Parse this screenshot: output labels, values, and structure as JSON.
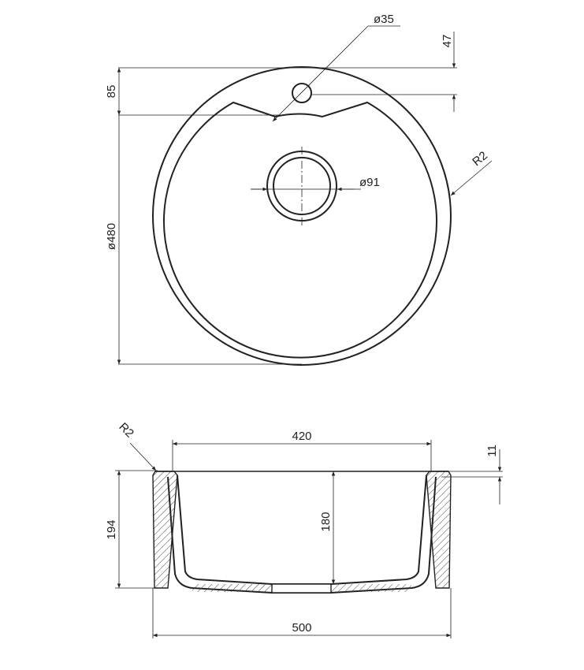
{
  "top_view": {
    "tap_hole_diameter": "ø35",
    "tap_hole_offset": "47",
    "rim_to_hole": "85",
    "drain_diameter": "ø91",
    "outer_diameter": "ø480",
    "edge_radius": "R2"
  },
  "section_view": {
    "edge_radius": "R2",
    "inner_width": "420",
    "rim_thickness": "11",
    "overall_height": "194",
    "bowl_depth": "180",
    "overall_width": "500"
  }
}
